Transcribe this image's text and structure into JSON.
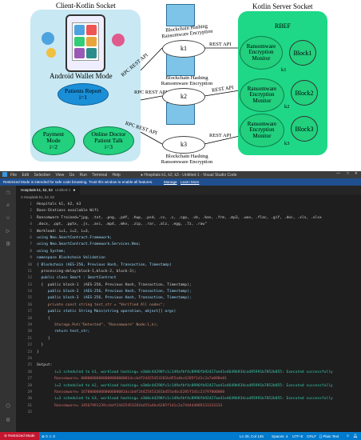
{
  "diagram": {
    "client_title": "Client-Kotlin Socket",
    "server_title": "Kotlin Server  Socket",
    "android_title": "Android Wallet Mode",
    "patients_report": "Patients Report",
    "patients_i": "i=1",
    "payment_mode": "Payment Mode",
    "payment_i": "i=2",
    "doctor_talk": "Online Doctor Patient Talk",
    "doctor_i": "i=3",
    "rbef": "RBEF",
    "monitor": "Ransomware Encryption Monitor",
    "blocks": [
      "Block1",
      "Block2",
      "Block3"
    ],
    "k_nodes": [
      "k1",
      "k2",
      "k3"
    ],
    "rpc_api": "RPC REST API",
    "rest_api": "REST API",
    "hashing": "Blockchain Hashing Ransomware Encryption"
  },
  "ide": {
    "menu": [
      "File",
      "Edit",
      "Selection",
      "View",
      "Go",
      "Run",
      "Terminal",
      "Help"
    ],
    "window_title": "● Hospitals k1, k2, k3 - Untitled-1 - Visual Studio Code",
    "restricted_msg": "Restricted Mode is intended for safe code browsing. Trust this window to enable all features.",
    "manage": "Manage",
    "learn_more": "Learn More",
    "tab_label": "Hospitals k1, k2, k3",
    "tab_file": "Untitled-1",
    "breadcrumb": "≡ Hospitals k1, k2, k3",
    "code_lines": [
      "Hospitals k1, k2, k3",
      "Base-Stations available Wifi",
      "Ransomware Trained=\"jpg, .txt, .png, .pdf, .hwp, .psd, .cs, .c, .cpp, .vb, .bas, .frm, .mp3, .wav, .flac, .gif, .doc, .xls, .xlsx",
      ".docx, .ppt, .pptx, .js, .avi, .mp4, .mkv, .zip, .rar, .alz, .egg, .7z, .raw\"",
      "Workload: i=1, i=2, i=3,",
      "using Neo.SmartContract.Framework;",
      "using Neo.SmartContract.Framework.Services.Neo;",
      "using System;",
      "namespace Blockchain Validation",
      "{ Blockchain (AES-256, Previous Hash, Transaction, Timestamp)",
      "  processing-delay(block-1,block-2, block-3);",
      "  public class Smart : SmartContract",
      "  {  public block-1  (AES-256, Previous Hash, Transaction, Timestamp);",
      "     public block-2  (AES-256, Previous Hash, Transaction, Timestamp);",
      "     public block-3  (AES-256, Previous Hash, Transaction, Timestamp);",
      "     private const string test_str = \"Verified All nodes\";",
      "     public static String Main(string operation, object[] args)",
      "     {",
      "        Storage.Put(\"Detected\", \"Ransomware\" Node:1,k);",
      "        return test_str;",
      "     }",
      "  }",
      "}",
      "",
      "Output:",
      "        i=1 scheduled to k1, workload hashing= e3b0c44298fc1c149afbf4c8996fb92427ae41e4649b934ca495991b7852b855: Executed successfully",
      "        Ransomware= 0000000000000000000001dccbdf24425453281bd55a4bc6285f1d1c2a7a098e01",
      "        i=2 scheduled to k2, workload hashing= e3b0c44298fc1c149afbf4c8996fb92427ae41e4649b934ca495991b7852b855: Executed successfully",
      "        Ransomware= 16700000000000000001dccbdf24425453281bd55a4bc6285f1d1c23797000000",
      "        i=3 scheduled to k3, workload hashing= e3b0c44298fc1c149afbf4c8996fb92427ae41e4649b934ca495991b7852b855: Executed successfully",
      "        Ransomware= 34567991239ccbdf24425453281bd55a4bc6285f1d1c2a744444889333333333",
      ""
    ],
    "status": {
      "restricted": "⊘ Restricted Mode",
      "problems": "⊗ 0  ⚠ 0",
      "position": "Ln 30, Col 136",
      "spaces": "Spaces: 4",
      "encoding": "UTF-8",
      "eol": "CRLF",
      "lang": "{} Plain Text"
    }
  }
}
